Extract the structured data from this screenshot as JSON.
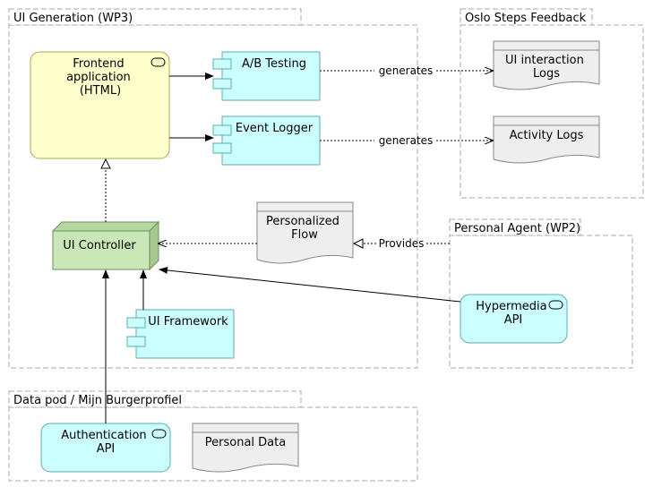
{
  "groups": {
    "ui_generation": "UI Generation (WP3)",
    "oslo_steps": "Oslo Steps Feedback",
    "personal_agent": "Personal Agent (WP2)",
    "data_pod": "Data pod / Mijn Burgerprofiel"
  },
  "nodes": {
    "frontend": [
      "Frontend",
      "application",
      "(HTML)"
    ],
    "ab_testing": [
      "A/B Testing"
    ],
    "event_logger": [
      "Event Logger"
    ],
    "ui_interaction_logs": [
      "UI interaction",
      "Logs"
    ],
    "activity_logs": [
      "Activity Logs"
    ],
    "personalized_flow": [
      "Personalized",
      "Flow"
    ],
    "ui_controller": [
      "UI Controller"
    ],
    "ui_framework": [
      "UI Framework"
    ],
    "hypermedia_api": [
      "Hypermedia",
      "API"
    ],
    "authentication_api": [
      "Authentication",
      "API"
    ],
    "personal_data": [
      "Personal Data"
    ]
  },
  "edges": {
    "generates_1": "generates",
    "generates_2": "generates",
    "provides": "Provides"
  },
  "colors": {
    "application_component": "#ccffff",
    "application_interface": "#ffffcc",
    "node_green": "#c9e7b7",
    "document": "#eeeeee",
    "stroke_component": "#5caeb0",
    "stroke_green": "#6b8f58",
    "stroke_doc": "#888888"
  }
}
